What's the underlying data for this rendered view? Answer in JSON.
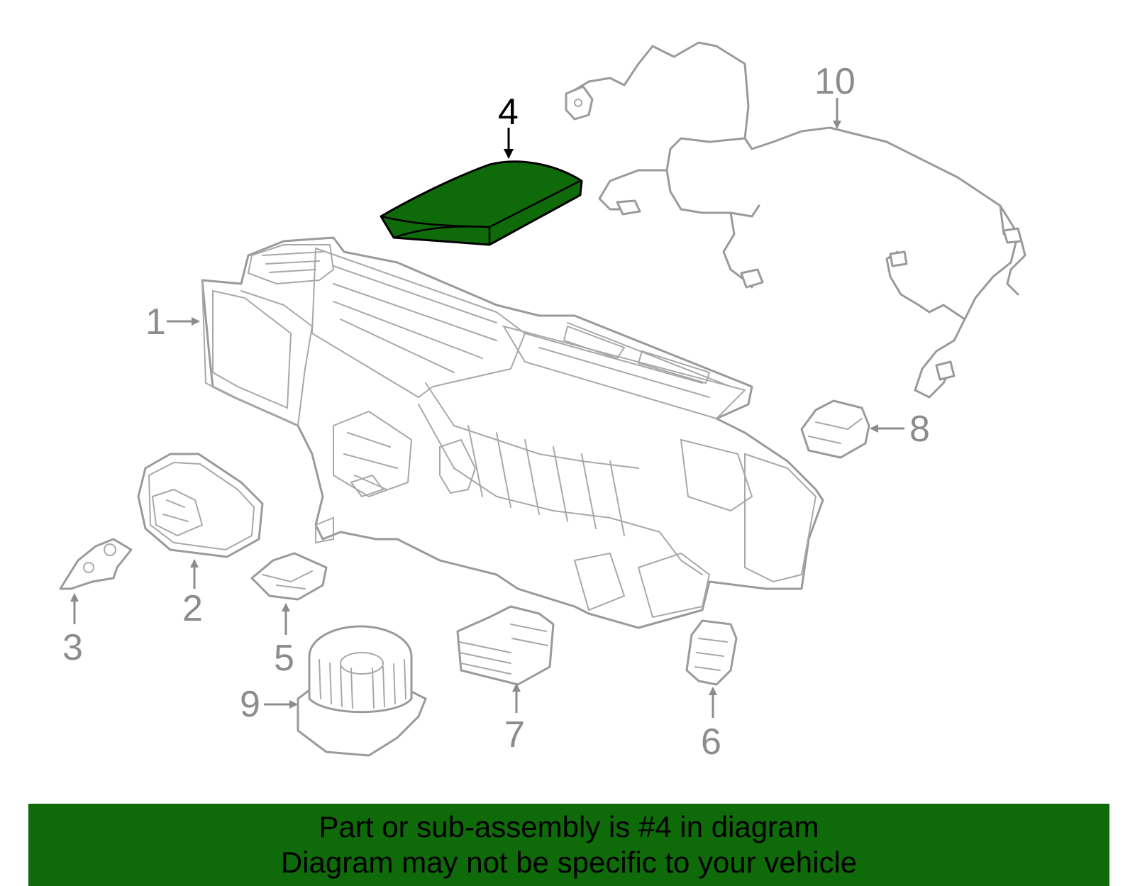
{
  "highlight_color": "#0f6a09",
  "callouts": {
    "c1": "1",
    "c2": "2",
    "c3": "3",
    "c4": "4",
    "c5": "5",
    "c6": "6",
    "c7": "7",
    "c8": "8",
    "c9": "9",
    "c10": "10"
  },
  "highlighted_part": "4",
  "banner": {
    "line1": "Part or sub-assembly is #4 in diagram",
    "line2": "Diagram may not be specific to your vehicle"
  }
}
